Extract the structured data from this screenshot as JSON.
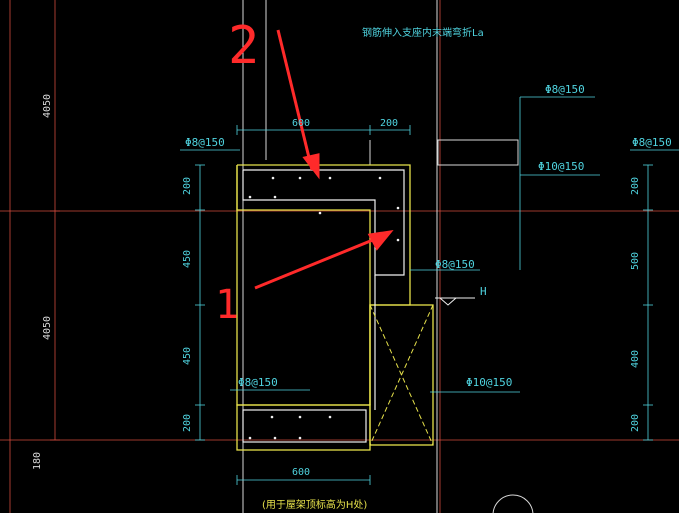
{
  "drawing": {
    "note_top": "钢筋伸入支座内末端弯折Lа",
    "note_bottom": "(用于屋架顶标高为H处)",
    "marker_h": "H",
    "rebar": {
      "top_left": "Φ8@150",
      "top_right": "Φ8@150",
      "mid_right": "Φ10@150",
      "far_right": "Φ8@150",
      "center": "Φ8@150",
      "lower_left": "Φ8@150",
      "lower_right": "Φ10@150"
    },
    "dims": {
      "top_600": "600",
      "top_200": "200",
      "bottom_600": "600",
      "left_200a": "200",
      "left_450a": "450",
      "left_450b": "450",
      "left_200b": "200",
      "right_200a": "200",
      "right_500": "500",
      "right_400": "400",
      "right_200b": "200",
      "far_left_4050a": "4050",
      "far_left_4050b": "4050",
      "far_left_180": "180"
    },
    "annotations": {
      "number_2": "2",
      "number_1": "1"
    }
  }
}
